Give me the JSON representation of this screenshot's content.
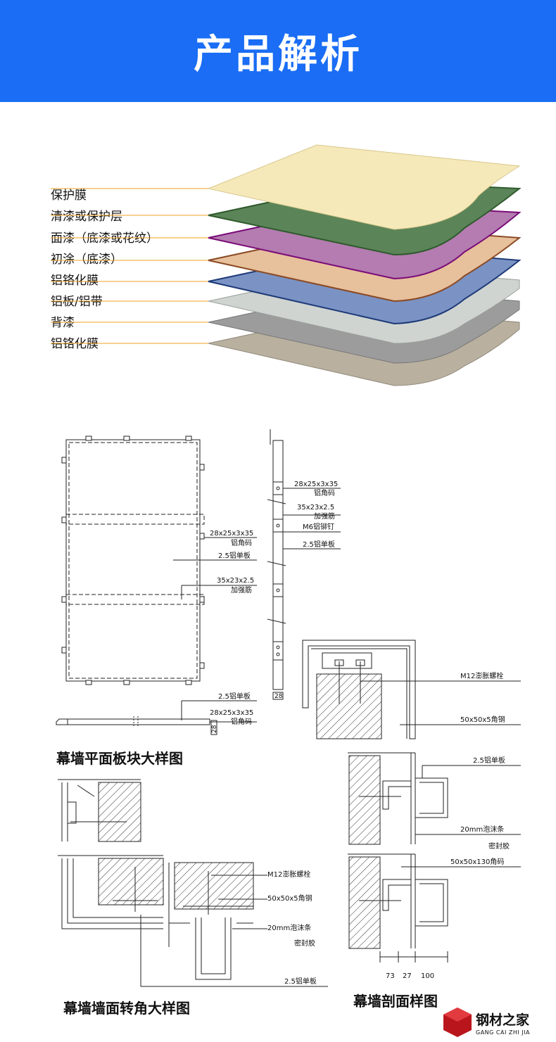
{
  "header": {
    "title": "产品解析"
  },
  "layers": {
    "items": [
      {
        "label": "保护膜",
        "color": "#f6e9b9"
      },
      {
        "label": "清漆或保护层",
        "color": "#5b8558"
      },
      {
        "label": "面漆（底漆或花纹）",
        "color": "#b47cb0"
      },
      {
        "label": "初涂（底漆）",
        "color": "#e7c09c"
      },
      {
        "label": "铝铬化膜",
        "color": "#7a93c4"
      },
      {
        "label": "铝板/铝带",
        "color": "#cfd4d1"
      },
      {
        "label": "背漆",
        "color": "#9c9c9c"
      },
      {
        "label": "铝铬化膜",
        "color": "#b9b09f"
      }
    ],
    "leader_color": "#f0a020"
  },
  "drawing1": {
    "caption": "幕墙平面板块大样图",
    "labels": {
      "corner_code_dim": "28x25x3x35",
      "corner_code": "铝角码",
      "single_panel": "2.5铝单板",
      "rib_dim": "35x23x2.5",
      "rib": "加强筋",
      "bottom_panel": "2.5铝单板",
      "bottom_corner_dim": "28x25x3x35",
      "bottom_corner": "铝角码",
      "dim_28": "28"
    }
  },
  "drawing2": {
    "labels": {
      "corner_code_dim": "28x25x3x35",
      "corner_code": "铝角码",
      "rib_dim": "35x23x2.5",
      "rib": "加强筋",
      "rivet": "M6铝铆钉",
      "panel": "2.5铝单板",
      "dim_28": "28"
    }
  },
  "drawing3": {
    "caption": "幕墙剖面样图",
    "labels": {
      "bolt": "M12澎胀螺栓",
      "angle_steel": "50x50x5角钢",
      "panel": "2.5铝单板",
      "foam": "20mm泡沫条",
      "sealant": "密封胶",
      "corner_code": "50x50x130角码",
      "dim_73": "73",
      "dim_27": "27",
      "dim_100": "100"
    }
  },
  "drawing4": {
    "caption": "幕墙墙面转角大样图",
    "labels": {
      "bolt": "M12澎胀螺栓",
      "angle_steel": "50x50x5角钢",
      "foam": "20mm泡沫条",
      "sealant": "密封胶",
      "panel": "2.5铝单板"
    }
  },
  "logo": {
    "name": "钢材之家",
    "pinyin": "GANG CAI ZHI JIA"
  }
}
